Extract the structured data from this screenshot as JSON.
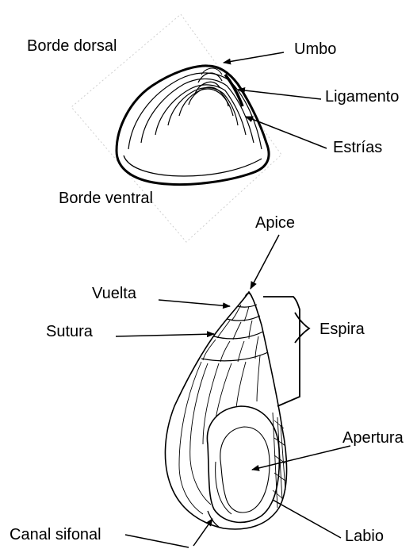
{
  "bivalve": {
    "labels": {
      "borde_dorsal": "Borde dorsal",
      "umbo": "Umbo",
      "ligamento": "Ligamento",
      "estrias": "Estrías",
      "borde_ventral": "Borde ventral"
    }
  },
  "gastropod": {
    "labels": {
      "apice": "Apice",
      "vuelta": "Vuelta",
      "sutura": "Sutura",
      "espira": "Espira",
      "apertura": "Apertura",
      "canal_sifonal": "Canal sifonal",
      "labio": "Labio"
    }
  },
  "colors": {
    "ink": "#000000",
    "background": "#ffffff",
    "frame": "#cccccc"
  }
}
